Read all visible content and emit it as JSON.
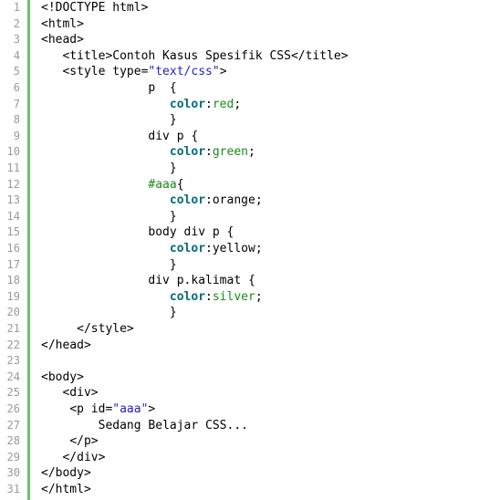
{
  "editor": {
    "lines": [
      {
        "n": "1",
        "indent": "",
        "parts": [
          {
            "t": "<!DOCTYPE html>",
            "c": ""
          }
        ]
      },
      {
        "n": "2",
        "indent": "",
        "parts": [
          {
            "t": "<html>",
            "c": ""
          }
        ]
      },
      {
        "n": "3",
        "indent": "",
        "parts": [
          {
            "t": "<head>",
            "c": ""
          }
        ]
      },
      {
        "n": "4",
        "indent": "   ",
        "parts": [
          {
            "t": "<title>Contoh Kasus Spesifik CSS</title>",
            "c": ""
          }
        ]
      },
      {
        "n": "5",
        "indent": "   ",
        "parts": [
          {
            "t": "<style type=",
            "c": ""
          },
          {
            "t": "\"text/css\"",
            "c": "str"
          },
          {
            "t": ">",
            "c": ""
          }
        ]
      },
      {
        "n": "6",
        "indent": "               ",
        "parts": [
          {
            "t": "p  {",
            "c": ""
          }
        ]
      },
      {
        "n": "7",
        "indent": "                  ",
        "parts": [
          {
            "t": "color",
            "c": "kw"
          },
          {
            "t": ":",
            "c": ""
          },
          {
            "t": "red",
            "c": "val-green"
          },
          {
            "t": ";",
            "c": ""
          }
        ]
      },
      {
        "n": "8",
        "indent": "                  ",
        "parts": [
          {
            "t": "}",
            "c": ""
          }
        ]
      },
      {
        "n": "9",
        "indent": "               ",
        "parts": [
          {
            "t": "div p {",
            "c": ""
          }
        ]
      },
      {
        "n": "10",
        "indent": "                  ",
        "parts": [
          {
            "t": "color",
            "c": "kw"
          },
          {
            "t": ":",
            "c": ""
          },
          {
            "t": "green",
            "c": "val-green"
          },
          {
            "t": ";",
            "c": ""
          }
        ]
      },
      {
        "n": "11",
        "indent": "                  ",
        "parts": [
          {
            "t": "}",
            "c": ""
          }
        ]
      },
      {
        "n": "12",
        "indent": "               ",
        "parts": [
          {
            "t": "#aaa",
            "c": "sel-id"
          },
          {
            "t": "{",
            "c": ""
          }
        ]
      },
      {
        "n": "13",
        "indent": "                  ",
        "parts": [
          {
            "t": "color",
            "c": "kw"
          },
          {
            "t": ":orange;",
            "c": ""
          }
        ]
      },
      {
        "n": "14",
        "indent": "                  ",
        "parts": [
          {
            "t": "}",
            "c": ""
          }
        ]
      },
      {
        "n": "15",
        "indent": "               ",
        "parts": [
          {
            "t": "body div p {",
            "c": ""
          }
        ]
      },
      {
        "n": "16",
        "indent": "                  ",
        "parts": [
          {
            "t": "color",
            "c": "kw"
          },
          {
            "t": ":yellow;",
            "c": ""
          }
        ]
      },
      {
        "n": "17",
        "indent": "                  ",
        "parts": [
          {
            "t": "}",
            "c": ""
          }
        ]
      },
      {
        "n": "18",
        "indent": "               ",
        "parts": [
          {
            "t": "div p.kalimat {",
            "c": ""
          }
        ]
      },
      {
        "n": "19",
        "indent": "                  ",
        "parts": [
          {
            "t": "color",
            "c": "kw"
          },
          {
            "t": ":",
            "c": ""
          },
          {
            "t": "silver",
            "c": "val-silver"
          },
          {
            "t": ";",
            "c": ""
          }
        ]
      },
      {
        "n": "20",
        "indent": "                  ",
        "parts": [
          {
            "t": "}",
            "c": ""
          }
        ]
      },
      {
        "n": "21",
        "indent": "     ",
        "parts": [
          {
            "t": "</style>",
            "c": ""
          }
        ]
      },
      {
        "n": "22",
        "indent": "",
        "parts": [
          {
            "t": "</head>",
            "c": ""
          }
        ]
      },
      {
        "n": "23",
        "indent": "",
        "parts": []
      },
      {
        "n": "24",
        "indent": "",
        "parts": [
          {
            "t": "<body>",
            "c": ""
          }
        ]
      },
      {
        "n": "25",
        "indent": "   ",
        "parts": [
          {
            "t": "<div>",
            "c": ""
          }
        ]
      },
      {
        "n": "26",
        "indent": "    ",
        "parts": [
          {
            "t": "<p id=",
            "c": ""
          },
          {
            "t": "\"aaa\"",
            "c": "str"
          },
          {
            "t": ">",
            "c": ""
          }
        ]
      },
      {
        "n": "27",
        "indent": "        ",
        "parts": [
          {
            "t": "Sedang Belajar CSS...",
            "c": ""
          }
        ]
      },
      {
        "n": "28",
        "indent": "    ",
        "parts": [
          {
            "t": "</p>",
            "c": ""
          }
        ]
      },
      {
        "n": "29",
        "indent": "   ",
        "parts": [
          {
            "t": "</div>",
            "c": ""
          }
        ]
      },
      {
        "n": "30",
        "indent": "",
        "parts": [
          {
            "t": "</body>",
            "c": ""
          }
        ]
      },
      {
        "n": "31",
        "indent": "",
        "parts": [
          {
            "t": "</html>",
            "c": ""
          }
        ]
      }
    ]
  },
  "colors": {
    "gutter_accent": "#6ac36a",
    "line_number": "#9a9a9a",
    "keyword": "#006c7b",
    "string": "#1f1fc7",
    "value": "#1a8a1a"
  }
}
